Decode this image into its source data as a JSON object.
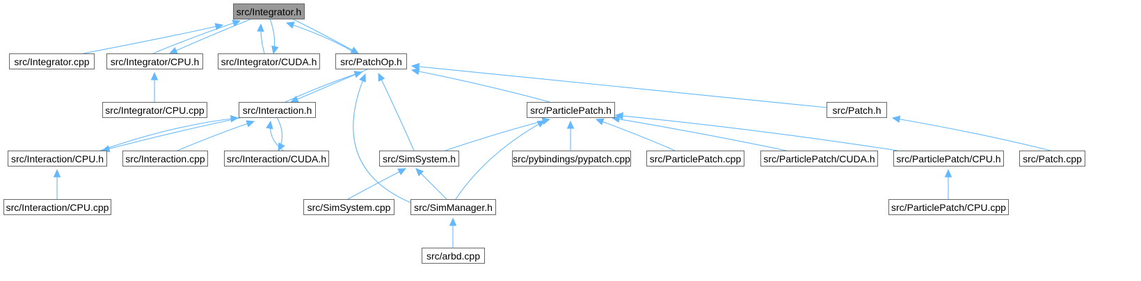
{
  "diagram": {
    "root": "n0",
    "colors": {
      "edge": "#63b8ff",
      "node_border": "#666666",
      "root_fill": "#999999",
      "node_fill": "#ffffff"
    },
    "nodes": [
      {
        "id": "n0",
        "label": "src/Integrator.h"
      },
      {
        "id": "n1",
        "label": "src/Integrator.cpp"
      },
      {
        "id": "n2",
        "label": "src/Integrator/CPU.h"
      },
      {
        "id": "n3",
        "label": "src/Integrator/CUDA.h"
      },
      {
        "id": "n4",
        "label": "src/PatchOp.h"
      },
      {
        "id": "n5",
        "label": "src/Integrator/CPU.cpp"
      },
      {
        "id": "n6",
        "label": "src/Interaction.h"
      },
      {
        "id": "n7",
        "label": "src/ParticlePatch.h"
      },
      {
        "id": "n8",
        "label": "src/Patch.h"
      },
      {
        "id": "n9",
        "label": "src/Interaction/CPU.h"
      },
      {
        "id": "n10",
        "label": "src/Interaction.cpp"
      },
      {
        "id": "n11",
        "label": "src/Interaction/CUDA.h"
      },
      {
        "id": "n12",
        "label": "src/SimSystem.h"
      },
      {
        "id": "n13",
        "label": "src/pybindings/pypatch.cpp"
      },
      {
        "id": "n14",
        "label": "src/ParticlePatch.cpp"
      },
      {
        "id": "n15",
        "label": "src/ParticlePatch/CUDA.h"
      },
      {
        "id": "n16",
        "label": "src/ParticlePatch/CPU.h"
      },
      {
        "id": "n17",
        "label": "src/Patch.cpp"
      },
      {
        "id": "n18",
        "label": "src/Interaction/CPU.cpp"
      },
      {
        "id": "n19",
        "label": "src/SimSystem.cpp"
      },
      {
        "id": "n20",
        "label": "src/SimManager.h"
      },
      {
        "id": "n21",
        "label": "src/ParticlePatch/CPU.cpp"
      },
      {
        "id": "n22",
        "label": "src/arbd.cpp"
      }
    ],
    "edges": [
      {
        "from": "n1",
        "to": "n0"
      },
      {
        "from": "n2",
        "to": "n0"
      },
      {
        "from": "n0",
        "to": "n2"
      },
      {
        "from": "n3",
        "to": "n0"
      },
      {
        "from": "n0",
        "to": "n3"
      },
      {
        "from": "n4",
        "to": "n0"
      },
      {
        "from": "n0",
        "to": "n4"
      },
      {
        "from": "n5",
        "to": "n2"
      },
      {
        "from": "n6",
        "to": "n4"
      },
      {
        "from": "n4",
        "to": "n6"
      },
      {
        "from": "n7",
        "to": "n4"
      },
      {
        "from": "n8",
        "to": "n4"
      },
      {
        "from": "n12",
        "to": "n4"
      },
      {
        "from": "n20",
        "to": "n4"
      },
      {
        "from": "n9",
        "to": "n6"
      },
      {
        "from": "n6",
        "to": "n9"
      },
      {
        "from": "n10",
        "to": "n6"
      },
      {
        "from": "n11",
        "to": "n6"
      },
      {
        "from": "n6",
        "to": "n11"
      },
      {
        "from": "n12",
        "to": "n7"
      },
      {
        "from": "n20",
        "to": "n7"
      },
      {
        "from": "n13",
        "to": "n7"
      },
      {
        "from": "n14",
        "to": "n7"
      },
      {
        "from": "n15",
        "to": "n7"
      },
      {
        "from": "n16",
        "to": "n7"
      },
      {
        "from": "n17",
        "to": "n8"
      },
      {
        "from": "n18",
        "to": "n9"
      },
      {
        "from": "n19",
        "to": "n12"
      },
      {
        "from": "n20",
        "to": "n12"
      },
      {
        "from": "n21",
        "to": "n16"
      },
      {
        "from": "n22",
        "to": "n20"
      }
    ]
  }
}
